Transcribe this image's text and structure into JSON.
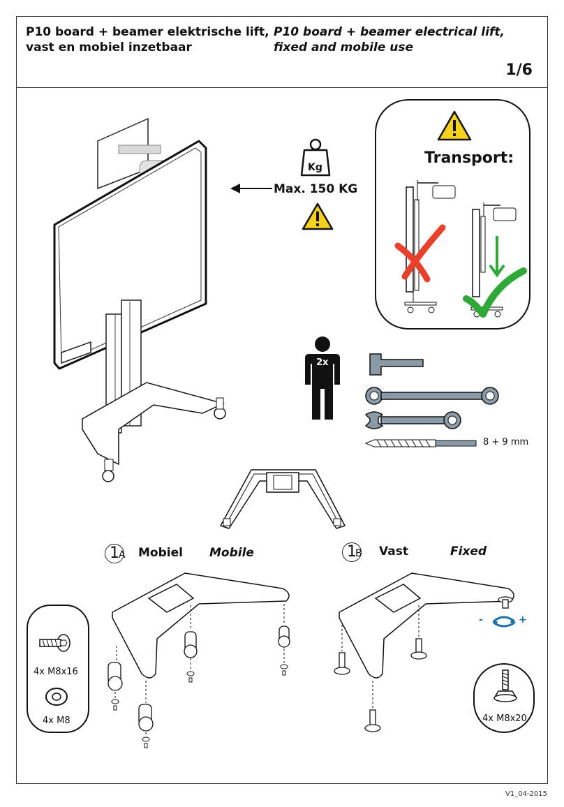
{
  "header": {
    "title_nl_line1": "P10 board + beamer elektrische lift,",
    "title_nl_line2": "vast en mobiel inzetbaar",
    "title_en_line1": "P10 board + beamer electrical lift,",
    "title_en_line2": "fixed and mobile use",
    "page_number": "1/6"
  },
  "weight": {
    "kg_label": "Kg",
    "max_label": "Max. 150 KG"
  },
  "transport": {
    "title": "Transport:"
  },
  "people": {
    "count_label": "2x"
  },
  "tools": {
    "drill_label": "8 + 9 mm"
  },
  "mobile": {
    "step_number": "1",
    "step_letter": "A",
    "label_nl": "Mobiel",
    "label_en": "Mobile",
    "bolt_label": "4x M8x16",
    "washer_label": "4x M8"
  },
  "fixed": {
    "step_number": "1",
    "step_letter": "B",
    "label_nl": "Vast",
    "label_en": "Fixed",
    "adjust_minus": "-",
    "adjust_plus": "+",
    "foot_label": "4x M8x20"
  },
  "footer": {
    "version": "V1_04-2015"
  },
  "colors": {
    "warning_yellow": "#f5d21a",
    "cross_red": "#e8402a",
    "check_green": "#2ea836",
    "tool_grey": "#8a9aa6",
    "arrow_blue": "#1a6fa8"
  }
}
